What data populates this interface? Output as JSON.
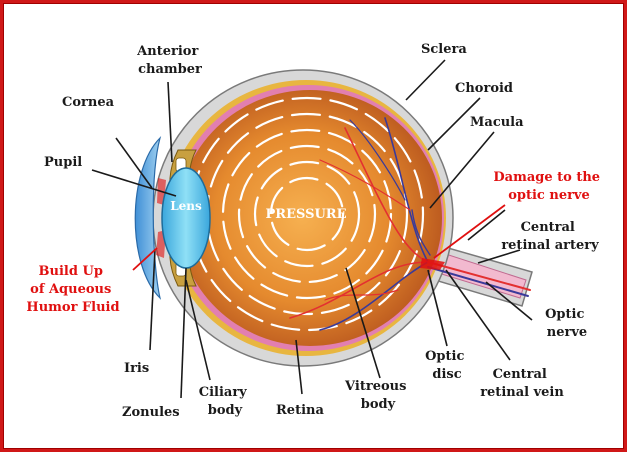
{
  "diagram": {
    "labels": {
      "anterior_chamber": [
        "Anterior",
        "chamber"
      ],
      "sclera": "Sclera",
      "choroid": "Choroid",
      "cornea": "Cornea",
      "macula": "Macula",
      "pupil": "Pupil",
      "lens": "Lens",
      "pressure": "PRESSURE",
      "damage": [
        "Damage to the",
        "optic nerve"
      ],
      "central_retinal_artery": [
        "Central",
        "retinal artery"
      ],
      "build_up": [
        "Build Up",
        "of Aqueous",
        "Humor Fluid"
      ],
      "optic_nerve": [
        "Optic",
        "nerve"
      ],
      "iris": "Iris",
      "optic_disc": [
        "Optic",
        "disc"
      ],
      "central_retinal_vein": [
        "Central",
        "retinal vein"
      ],
      "vitreous_body": [
        "Vitreous",
        "body"
      ],
      "ciliary_body": [
        "Ciliary",
        "body"
      ],
      "zonules": "Zonules",
      "retina": "Retina"
    },
    "colors": {
      "frame": "#d01818",
      "sclera": "#d8d8d8",
      "choroid": "#e8b640",
      "retina": "#e27fb0",
      "vitreous": "#e0862a",
      "cornea": "#5aa7e0",
      "lens": "#5fc6ea",
      "artery": "#e33030",
      "vein": "#3a3a9a",
      "alert": "#e01010"
    }
  }
}
